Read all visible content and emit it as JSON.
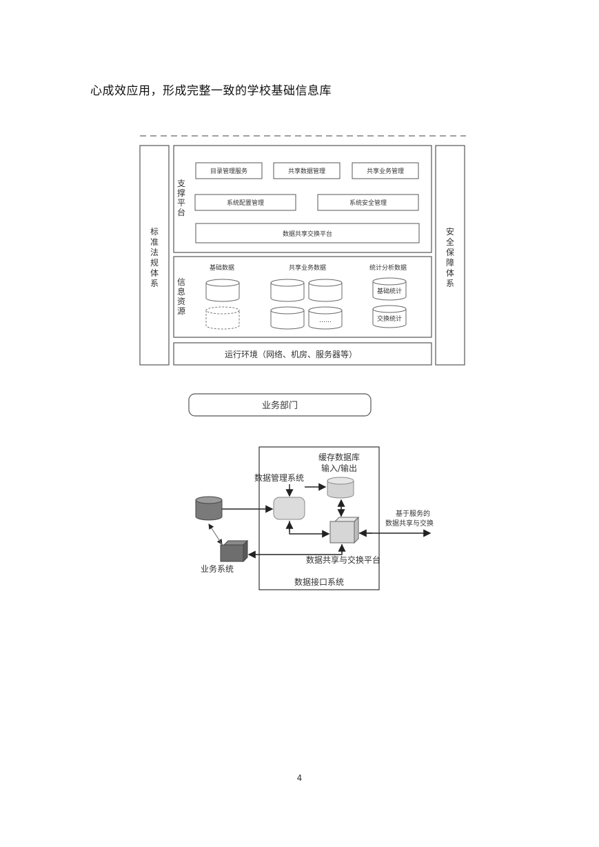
{
  "intro_text": "心成效应用，形成完整一致的学校基础信息库",
  "architecture": {
    "left_column": [
      "标",
      "准",
      "法",
      "规",
      "体",
      "系"
    ],
    "right_column": [
      "安",
      "全",
      "保",
      "障",
      "体",
      "系"
    ],
    "support_platform": {
      "label": [
        "支",
        "撑",
        "平",
        "台"
      ],
      "row1": [
        "目录管理服务",
        "共享数据管理",
        "共享业务管理"
      ],
      "row2": [
        "系统配置管理",
        "系统安全管理"
      ],
      "row3": "数据共享交换平台"
    },
    "info_resources": {
      "label": [
        "信",
        "息",
        "资",
        "源"
      ],
      "col1_title": "基础数据",
      "col2_title": "共享业务数据",
      "col3_title": "统计分析数据",
      "ellipsis": "……",
      "stat1": "基础统计",
      "stat2": "交换统计"
    },
    "runtime_env": "运行环境（网络、机房、服务器等）"
  },
  "business_dept": "业务部门",
  "interface": {
    "cache_db_line1": "缓存数据库",
    "cache_db_line2": "输入/输出",
    "data_mgmt": "数据管理系统",
    "service_line1": "基于服务的",
    "service_line2": "数据共享与交换",
    "exchange_platform": "数据共享与交换平台",
    "business_system": "业务系统",
    "interface_system": "数据接口系统"
  },
  "page_number": "4"
}
